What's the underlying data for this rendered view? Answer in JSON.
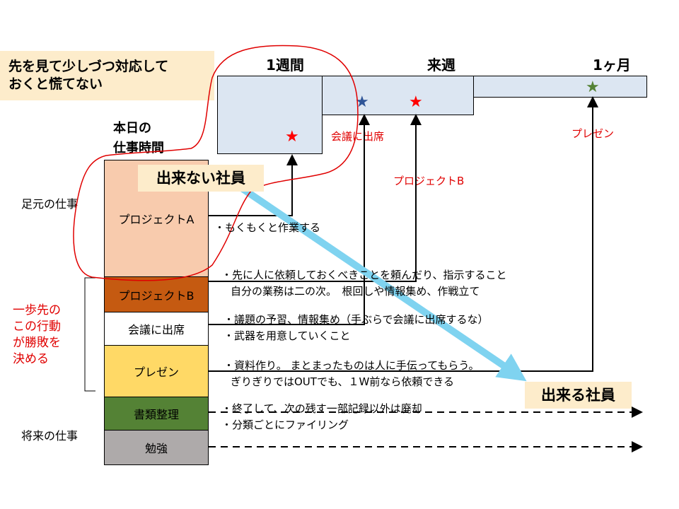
{
  "callout": {
    "line1": "先を見て少しづつ対応して",
    "line2": "おくと慌てない"
  },
  "timeline": {
    "week1": "1週間",
    "next_week": "来週",
    "month1": "1ヶ月"
  },
  "milestones": {
    "meeting": "会議に出席",
    "project_b": "プロジェクトB",
    "presentation": "プレゼン"
  },
  "column_title": {
    "line1": "本日の",
    "line2": "仕事時間"
  },
  "blocks": [
    "プロジェクトA",
    "プロジェクトB",
    "会議に出席",
    "プレゼン",
    "書類整理",
    "勉強"
  ],
  "side_labels": {
    "current": "足元の仕事",
    "future": "将来の仕事",
    "key": [
      "一歩先の",
      "この行動",
      "が勝敗を",
      "決める"
    ]
  },
  "employees": {
    "bad": "出来ない社員",
    "good": "出来る社員"
  },
  "notes": {
    "a": "・もくもくと作業する",
    "b1": "・先に人に依頼しておくべきことを頼んだり、指示すること",
    "b2": "自分の業務は二の次。　根回しや情報集め、作戦立て",
    "c1": "・議題の予習、情報集め（手ぶらで会議に出席するな）",
    "c2": "・武器を用意していくこと",
    "d1": "・資料作り。 まとまったものは人に手伝ってもらう。",
    "d2": "ぎりぎりではOUTでも、１W前なら依頼できる",
    "e1": "・終了して、次の残す一部記録以外は廃却",
    "e2": "・分類ごとにファイリング"
  },
  "colors": {
    "timeline": "#dce6f2",
    "projA": "#f8cbad",
    "projB": "#c55a11",
    "presen": "#ffd966",
    "docs": "#548235",
    "study": "#aeaaaa",
    "arrow": "#7fd3f0",
    "red": "#e00000"
  }
}
